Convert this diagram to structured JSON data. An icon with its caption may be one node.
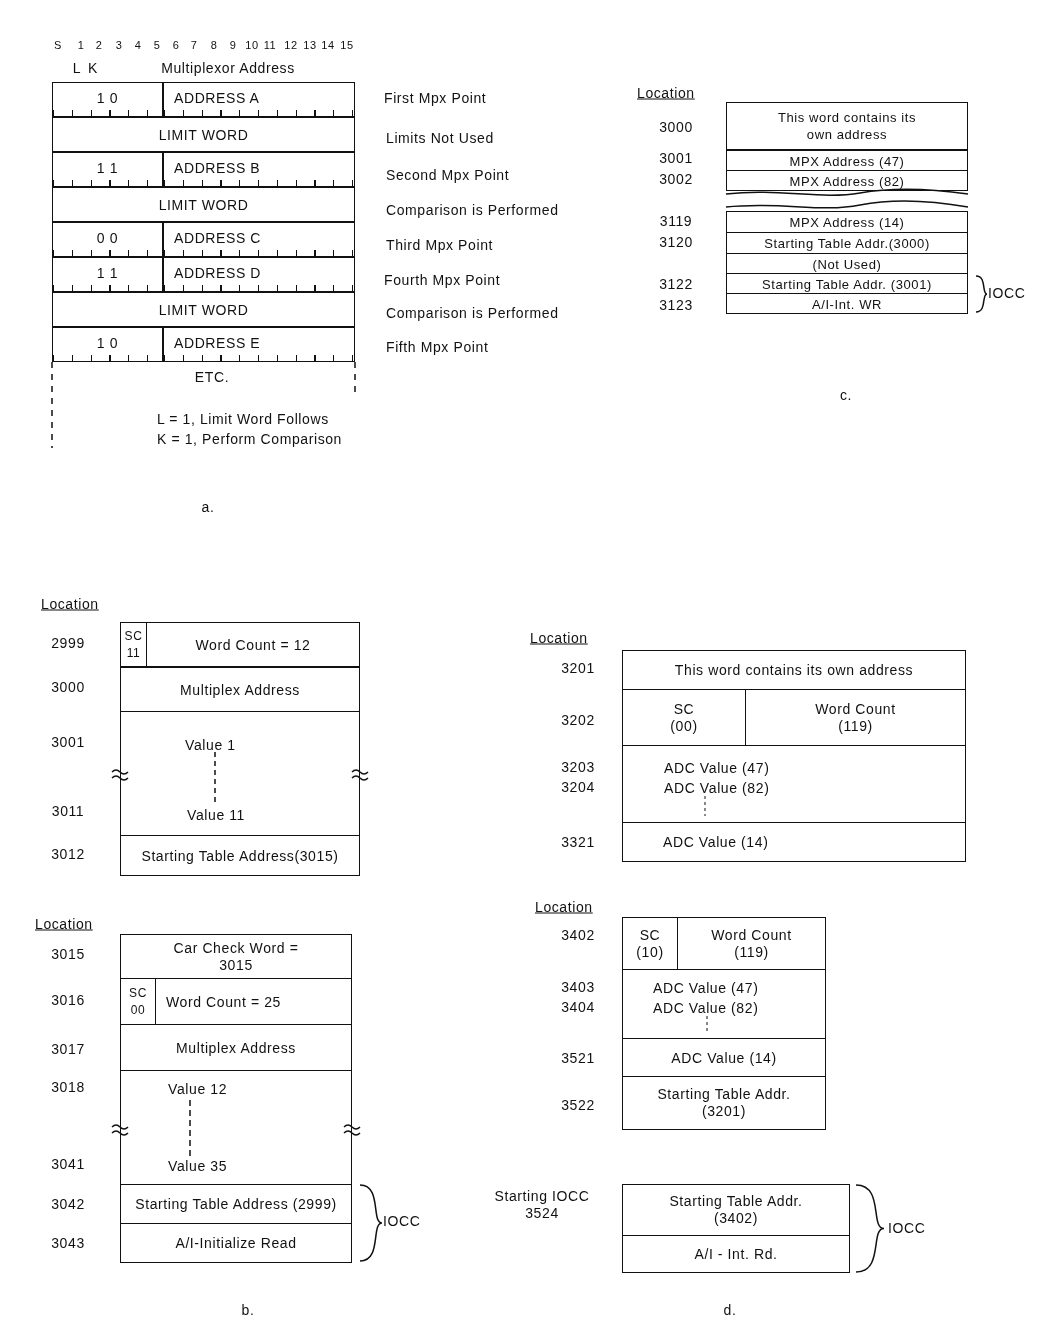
{
  "diagram": {
    "nodes": [
      {
        "text": [
          "1 0"
        ]
      },
      {
        "text": [
          "ADDRESS A"
        ]
      },
      {
        "text": [
          "LIMIT WORD"
        ]
      },
      {
        "text": [
          "1 1"
        ]
      },
      {
        "text": [
          "ADDRESS B"
        ]
      },
      {
        "text": [
          "LIMIT WORD"
        ]
      },
      {
        "text": [
          "0 0"
        ]
      },
      {
        "text": [
          "ADDRESS C"
        ]
      },
      {
        "text": [
          "1 1"
        ]
      },
      {
        "text": [
          "ADDRESS D"
        ]
      },
      {
        "text": [
          "LIMIT WORD"
        ]
      },
      {
        "text": [
          "1 0"
        ]
      },
      {
        "text": [
          "ADDRESS E"
        ]
      },
      {
        "text": [
          "This word contains its own address"
        ]
      },
      {
        "text": [
          "MPX Address (47)"
        ]
      },
      {
        "text": [
          "MPX Address (82)"
        ]
      },
      {
        "text": [
          "MPX Address (14)"
        ]
      },
      {
        "text": [
          "Starting Table Addr.(3000)"
        ]
      },
      {
        "text": [
          "(Not Used)"
        ]
      },
      {
        "text": [
          "Starting Table Addr. (3001)"
        ]
      },
      {
        "text": [
          "A/I-Int. WR"
        ]
      },
      {
        "text": [
          "SC 11"
        ]
      },
      {
        "text": [
          "Word Count = 12"
        ]
      },
      {
        "text": [
          "Multiplex Address"
        ]
      },
      {
        "text": [
          "Value 1",
          "Value 11"
        ]
      },
      {
        "text": [
          "Starting Table Address(3015)"
        ]
      },
      {
        "text": [
          "Car Check Word = 3015"
        ]
      },
      {
        "text": [
          "SC 00"
        ]
      },
      {
        "text": [
          "Word Count = 25"
        ]
      },
      {
        "text": [
          "Multiplex Address"
        ]
      },
      {
        "text": [
          "Value 12",
          "Value 35"
        ]
      },
      {
        "text": [
          "Starting Table Address (2999)"
        ]
      },
      {
        "text": [
          "A/I-Initialize Read"
        ]
      },
      {
        "text": [
          "This word contains its own address"
        ]
      },
      {
        "text": [
          "SC (00)"
        ]
      },
      {
        "text": [
          "Word Count (119)"
        ]
      },
      {
        "text": [
          "ADC Value (47)",
          "ADC Value (82)"
        ]
      },
      {
        "text": [
          "ADC Value (14)"
        ]
      },
      {
        "text": [
          "SC (10)"
        ]
      },
      {
        "text": [
          "Word Count (119)"
        ]
      },
      {
        "text": [
          "ADC Value (47)",
          "ADC Value (82)"
        ]
      },
      {
        "text": [
          "ADC Value (14)"
        ]
      },
      {
        "text": [
          "Starting Table Addr. (3201)"
        ]
      },
      {
        "text": [
          "Starting Table Addr. (3402)"
        ]
      },
      {
        "text": [
          "A/I - Int. Rd."
        ]
      }
    ],
    "labels": [
      "S",
      "1",
      "2",
      "3",
      "4",
      "5",
      "6",
      "7",
      "8",
      "9",
      "10",
      "11",
      "12",
      "13",
      "14",
      "15",
      "L",
      "K",
      "Multiplexor Address",
      "First Mpx Point",
      "Limits Not Used",
      "Second Mpx Point",
      "Comparison is Performed",
      "Third Mpx Point",
      "Fourth Mpx Point",
      "Comparison is Performed",
      "Fifth Mpx Point",
      "ETC.",
      "L = 1, Limit Word Follows",
      "K = 1, Perform Comparison",
      "a.",
      "Location",
      "3000",
      "3001",
      "3002",
      "3119",
      "3120",
      "3122",
      "3123",
      "IOCC",
      "c.",
      "Location",
      "2999",
      "3000",
      "3001",
      "3011",
      "3012",
      "Location",
      "3015",
      "3016",
      "3017",
      "3018",
      "3041",
      "3042",
      "3043",
      "IOCC",
      "b.",
      "Location",
      "3201",
      "3202",
      "3203",
      "3204",
      "3321",
      "Location",
      "3402",
      "3403",
      "3404",
      "3521",
      "3522",
      "Starting IOCC 3524",
      "IOCC",
      "d."
    ]
  }
}
